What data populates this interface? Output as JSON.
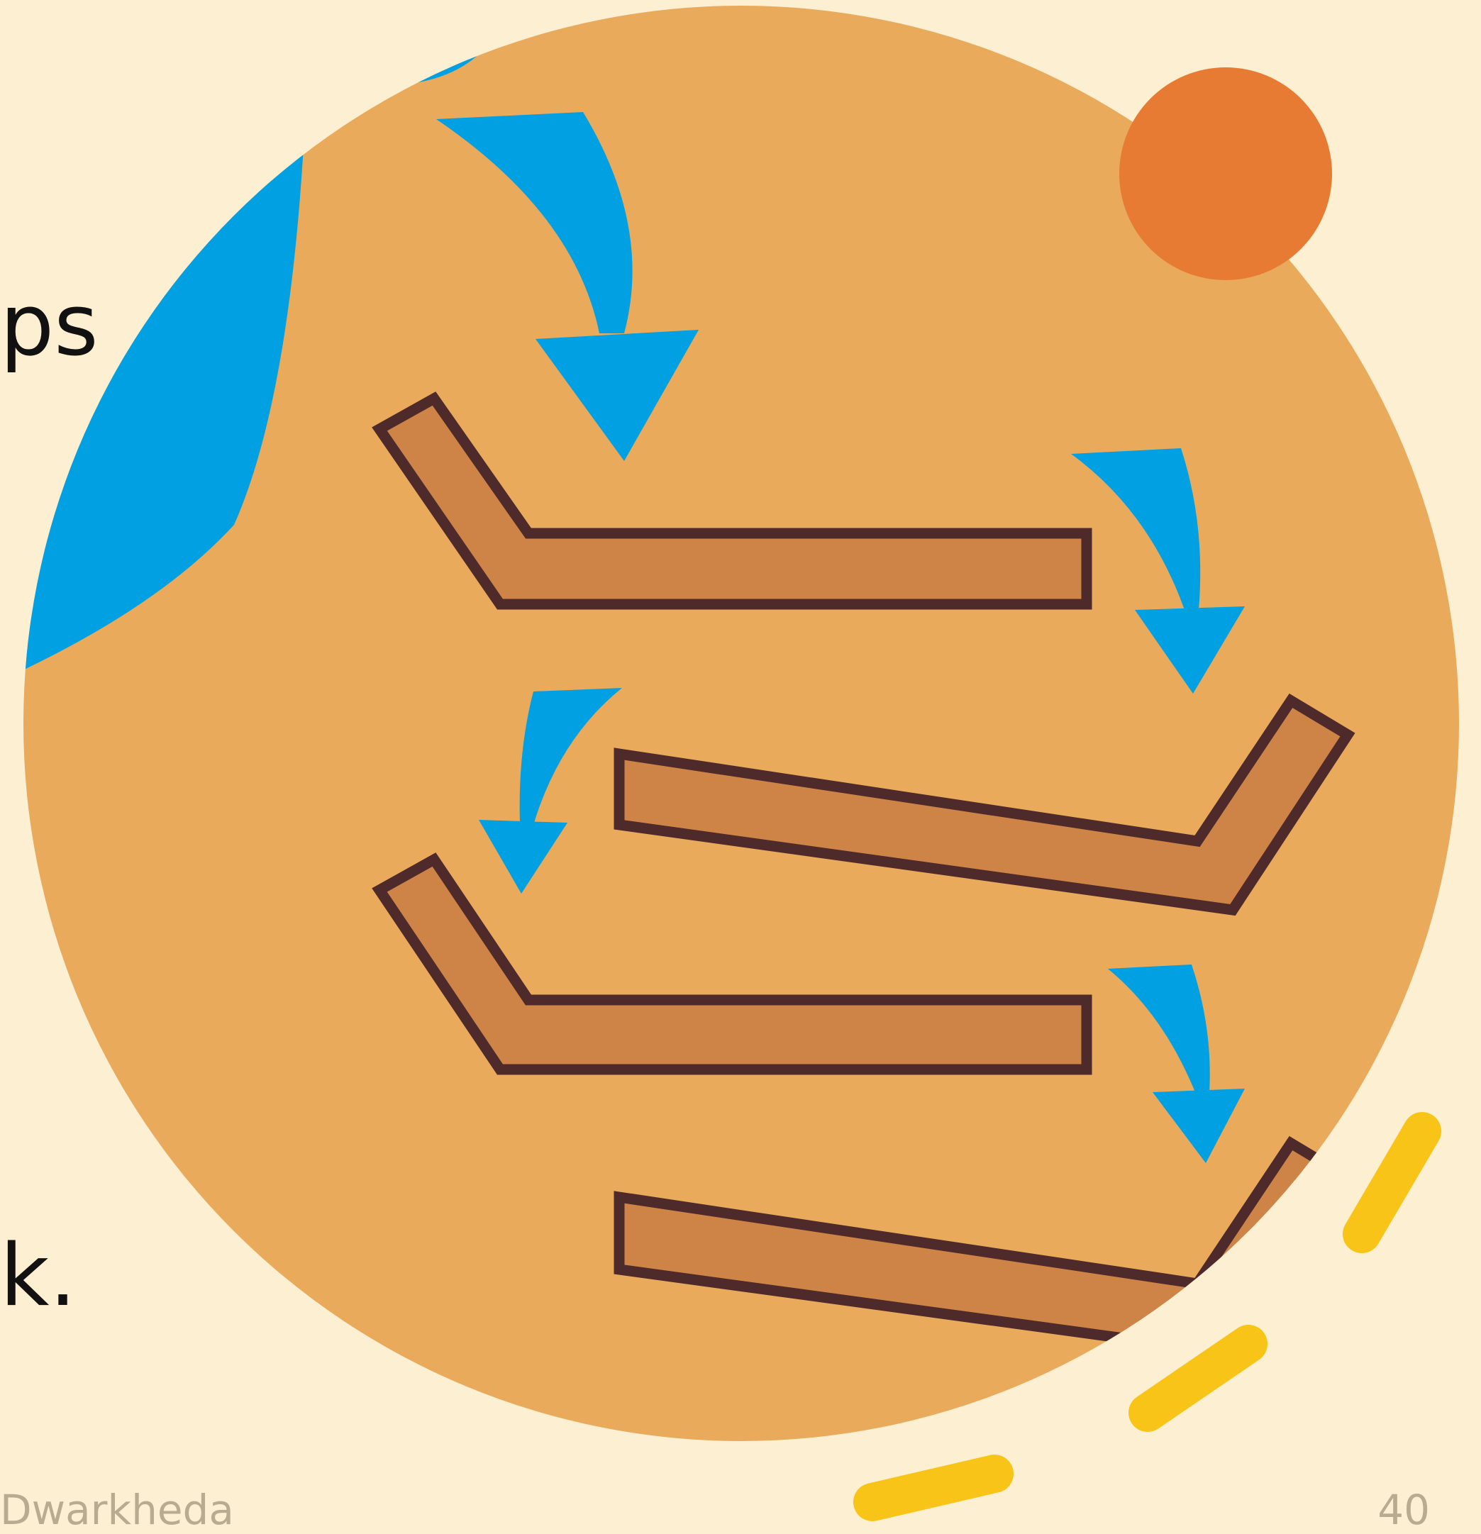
{
  "slide": {
    "text_fragment_top": "ps",
    "text_fragment_bottom": "k.",
    "footer_left": "Dwarkheda",
    "footer_right": "40"
  },
  "colors": {
    "background": "#fdf0d2",
    "circle": "#e9aa5c",
    "plank_fill": "#cd8446",
    "plank_outline": "#4f2a2a",
    "arrow": "#00a0e3",
    "orange_dot": "#e87b33",
    "dash_accent": "#f8c417"
  }
}
